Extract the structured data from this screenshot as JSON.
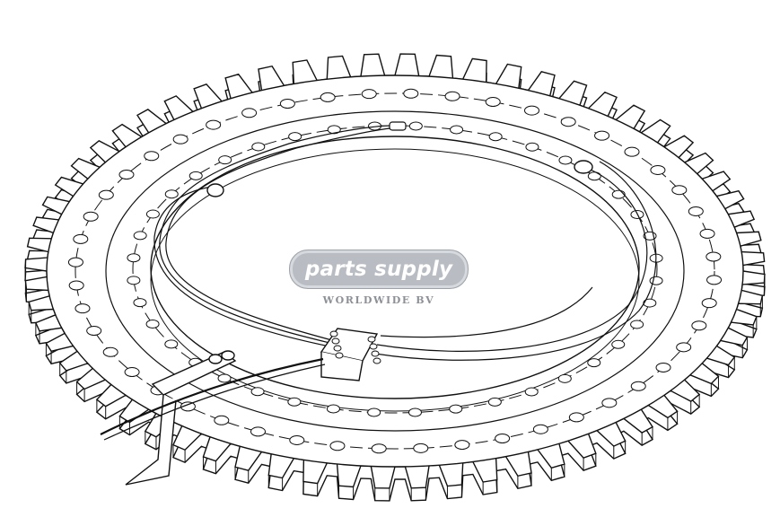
{
  "logo": {
    "name": "parts supply",
    "tagline": "WORLDWIDE BV"
  },
  "drawing": {
    "subject": "slewing ring gear with lubrication lines",
    "colors": {
      "line": "#111111",
      "fill": "#ffffff",
      "logo": "#b9bdc3"
    }
  }
}
